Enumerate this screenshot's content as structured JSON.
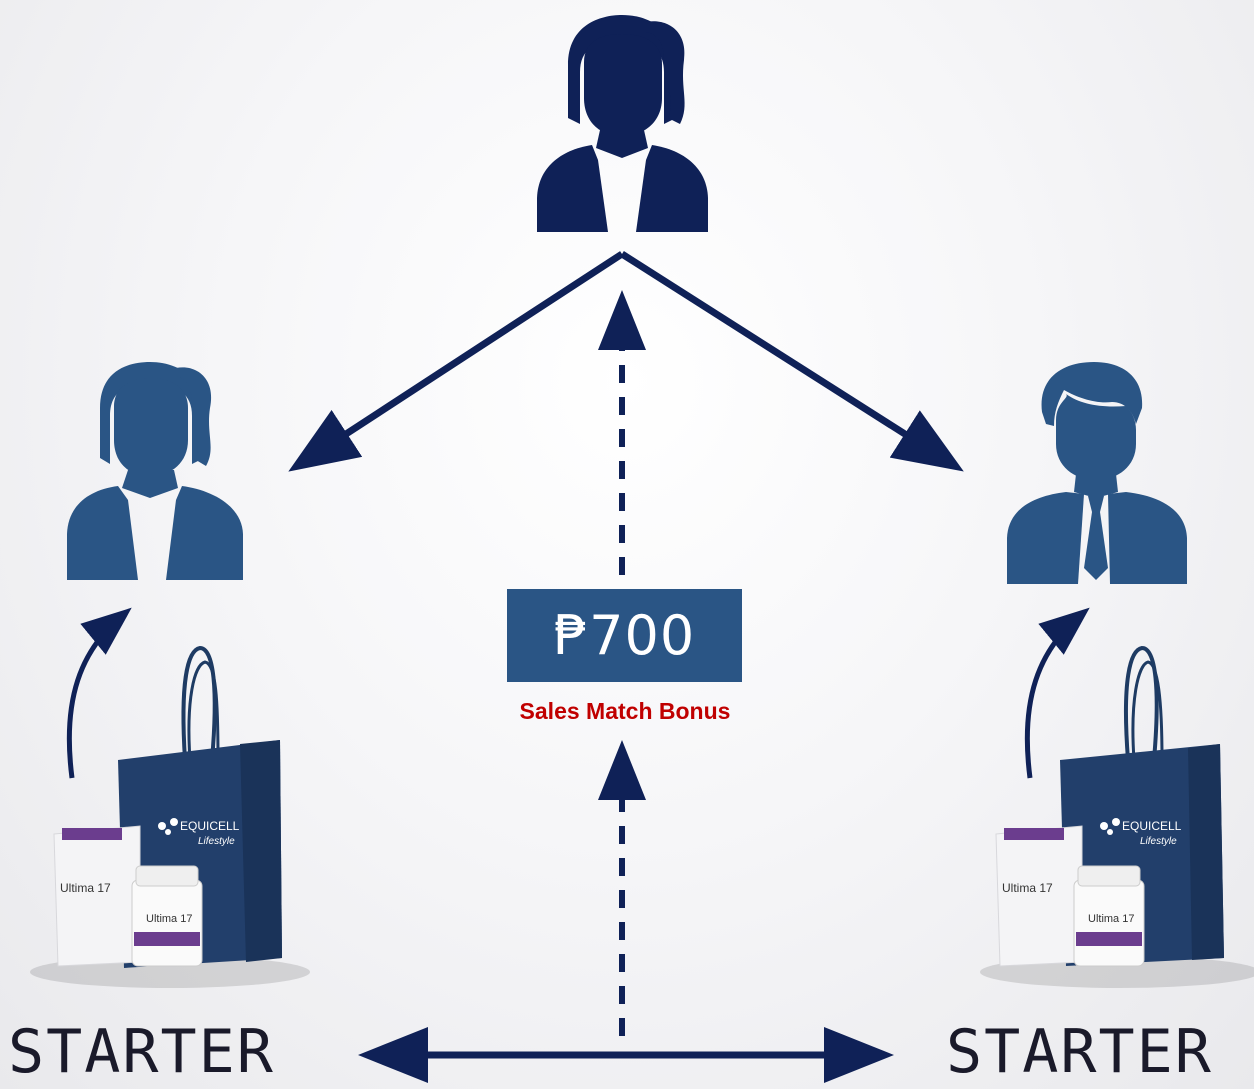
{
  "bonus": {
    "amount": "₱700",
    "label": "Sales Match Bonus"
  },
  "nodes": {
    "left_label": "STARTER",
    "right_label": "STARTER"
  },
  "product": {
    "brand": "EQUICELL",
    "brand_script": "Lifestyle",
    "name": "Ultima 17"
  },
  "colors": {
    "navy": "#0f2157",
    "person_secondary": "#2a5585",
    "bonus_box": "#2a5585",
    "bonus_label": "#c00000"
  }
}
